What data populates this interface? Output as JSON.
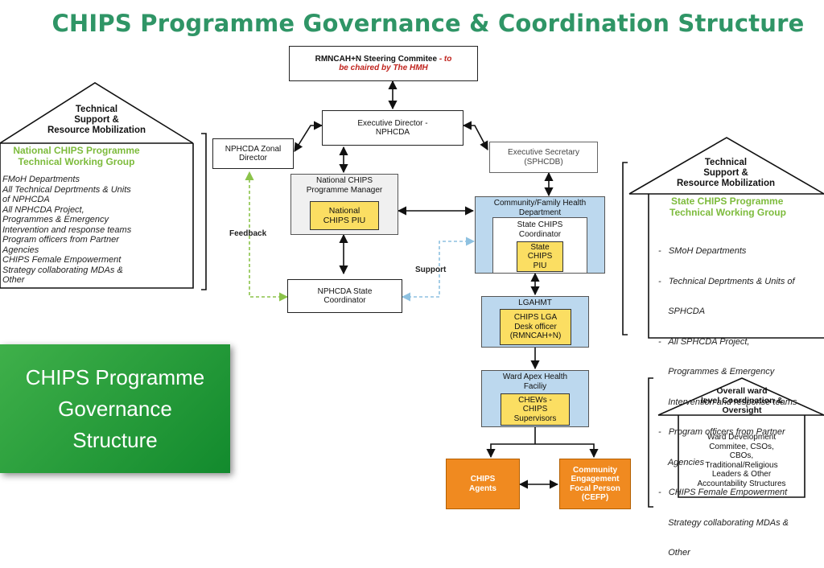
{
  "title": "CHIPS Programme Governance & Coordination Structure",
  "nodes": {
    "steering": {
      "line1": "RMNCAH+N Steering Commitee",
      "line1_note": "- to",
      "line2": "be chaired by The HMH"
    },
    "exec_director": {
      "line1": "Executive Director -",
      "line2": "NPHCDA"
    },
    "zonal_director": {
      "line1": "NPHCDA Zonal",
      "line2": "Director"
    },
    "national_manager": {
      "line1": "National CHIPS",
      "line2": "Programme Manager"
    },
    "national_piu": {
      "line1": "National",
      "line2": "CHIPS PIU"
    },
    "exec_secretary": {
      "line1": "Executive Secretary",
      "line2": "(SPHCDB)"
    },
    "cfh_department": {
      "line1": "Community/Family Health",
      "line2": "Department"
    },
    "state_coordinator": {
      "line1": "State CHIPS",
      "line2": "Coordinator"
    },
    "state_piu": {
      "line1": "State",
      "line2": "CHIPS",
      "line3": "PIU"
    },
    "nphcda_state_coord": {
      "line1": "NPHCDA State",
      "line2": "Coordinator"
    },
    "lgahmt": {
      "line1": "LGAHMT"
    },
    "lga_desk": {
      "line1": "CHIPS LGA",
      "line2": "Desk officer",
      "line3": "(RMNCAH+N)"
    },
    "ward_apex": {
      "line1": "Ward Apex Health",
      "line2": "Faciliy"
    },
    "chews": {
      "line1": "CHEWs -",
      "line2": "CHIPS",
      "line3": "Supervisors"
    },
    "agents": {
      "line1": "CHIPS",
      "line2": "Agents"
    },
    "cefp": {
      "line1": "Community",
      "line2": "Engagement",
      "line3": "Focal Person",
      "line4": "(CEFP)"
    }
  },
  "edge_labels": {
    "feedback": "Feedback",
    "support": "Support"
  },
  "left_panel": {
    "roof": [
      "Technical",
      "Support &",
      "Resource Mobilization"
    ],
    "heading": [
      "National CHIPS Programme",
      "Technical Working Group"
    ],
    "items": [
      "FMoH Departments",
      "All Technical Deprtments & Units",
      "of NPHCDA",
      "All NPHCDA Project,",
      "Programmes & Emergency",
      "Intervention and response teams",
      "Program officers from Partner",
      "Agencies",
      "CHIPS Female Empowerment",
      "Strategy collaborating MDAs &",
      "Other"
    ]
  },
  "right_panel": {
    "roof": [
      "Technical",
      "Support &",
      "Resource Mobilization"
    ],
    "heading": [
      "State CHIPS Programme",
      "Technical Working Group"
    ],
    "items": [
      "-   SMoH Departments",
      "-   Technical Deprtments & Units of",
      "    SPHCDA",
      "-   All SPHCDA Project,",
      "    Programmes & Emergency",
      "    Intervention and response teams",
      "-   Program officers from Partner",
      "    Agencies",
      "-   CHIPS Female Empowerment",
      "    Strategy collaborating MDAs &",
      "    Other"
    ]
  },
  "ward_panel": {
    "roof": [
      "Overall ward",
      "level Coordination &",
      "Oversight"
    ],
    "body": [
      "Ward Development",
      "Commitee, CSOs,",
      "CBOs,",
      "Traditional/Religious",
      "Leaders & Other",
      "Accountability Structures"
    ]
  },
  "banner": {
    "line1": "CHIPS Programme",
    "line2": "Governance",
    "line3": "Structure"
  },
  "colors": {
    "title": "#2f9566",
    "blue_box": "#bcd8ee",
    "yellow_box": "#fbde62",
    "orange_box": "#f08a20",
    "green_heading": "#7dbb3c",
    "banner": "#1f9a38",
    "dashed_green": "#8bc34a",
    "dashed_blue": "#8ec1e0"
  }
}
